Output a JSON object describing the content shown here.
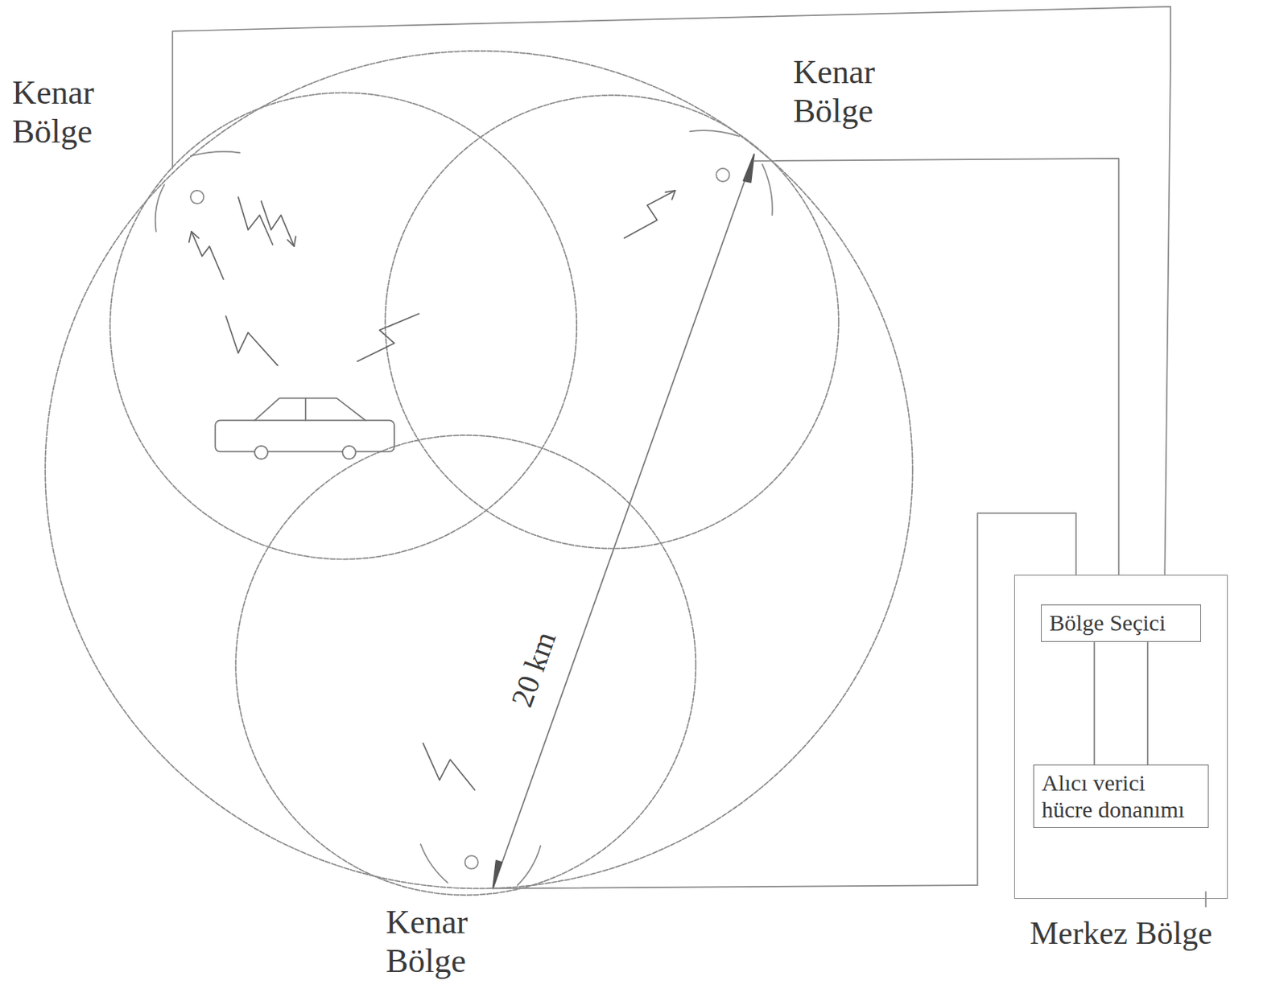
{
  "diagram": {
    "nodes": [
      {
        "text": [
          "Merkez Bölge"
        ]
      },
      {
        "text": [
          "Bölge Seçici"
        ],
        "in": 0
      },
      {
        "text": [
          "Alıcı verici hücre donanımı"
        ],
        "in": 0
      }
    ],
    "edges": [
      {
        "from": 1,
        "to": 2,
        "arrow": "none"
      },
      {
        "from": 1,
        "to": 2,
        "arrow": "none"
      }
    ],
    "labels": [
      "Kenar Bölge",
      "Kenar Bölge",
      "20 km",
      "Kenar Bölge"
    ]
  }
}
